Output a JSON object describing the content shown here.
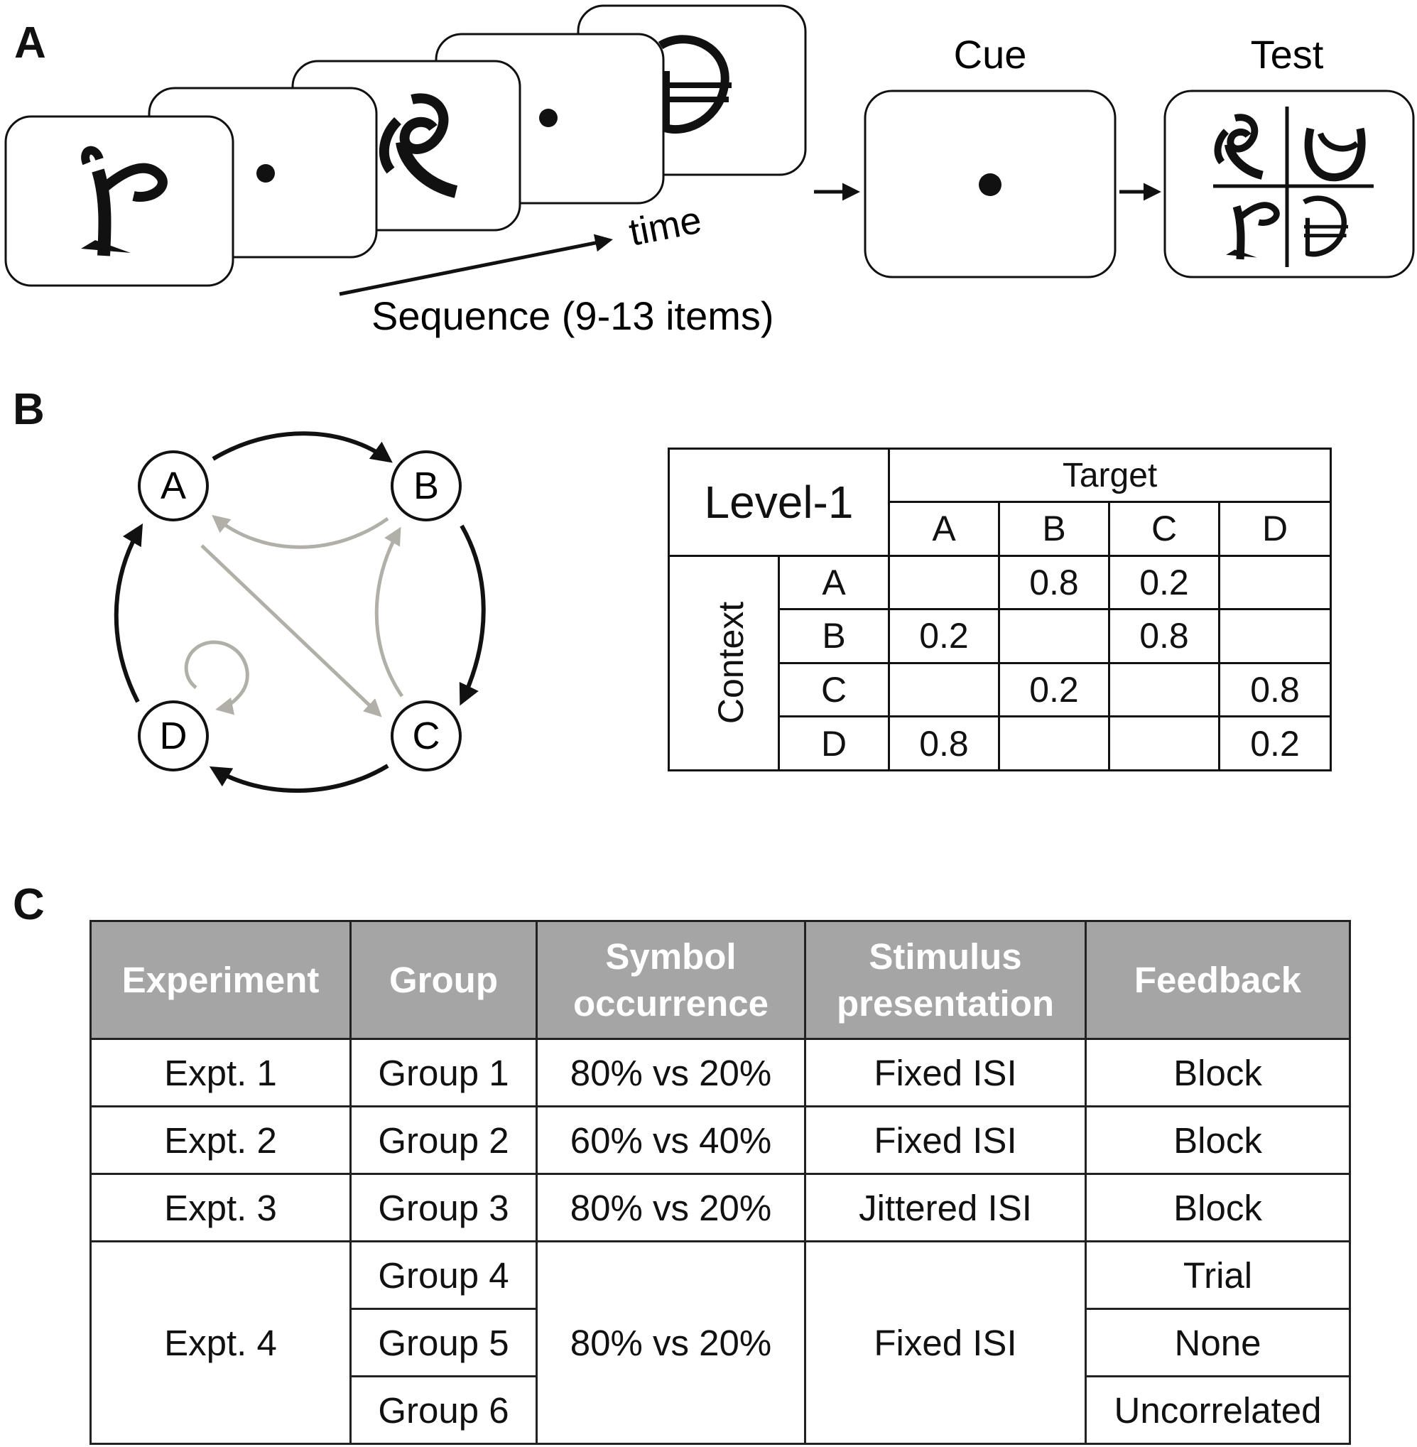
{
  "panels": {
    "a": {
      "letter": "A",
      "cue_label": "Cue",
      "test_label": "Test",
      "time_label": "time",
      "sequence_label": "Sequence (9-13 items)"
    },
    "b": {
      "letter": "B",
      "graph": {
        "nodes": [
          "A",
          "B",
          "C",
          "D"
        ],
        "edges_black": [
          "A→B",
          "B→C",
          "C→D",
          "D→A"
        ],
        "edges_gray": [
          "B→A",
          "C→B",
          "A→C",
          "D→D"
        ],
        "colors": {
          "strong": "#111111",
          "weak": "#b0b0a8"
        }
      },
      "matrix": {
        "corner_label": "Level-1",
        "target_label": "Target",
        "context_label": "Context",
        "targets": [
          "A",
          "B",
          "C",
          "D"
        ],
        "rows": [
          {
            "context": "A",
            "values": [
              "",
              "0.8",
              "0.2",
              ""
            ]
          },
          {
            "context": "B",
            "values": [
              "0.2",
              "",
              "0.8",
              ""
            ]
          },
          {
            "context": "C",
            "values": [
              "",
              "0.2",
              "",
              "0.8"
            ]
          },
          {
            "context": "D",
            "values": [
              "0.8",
              "",
              "",
              "0.2"
            ]
          }
        ]
      }
    },
    "c": {
      "letter": "C",
      "header_color": "#a5a5a5",
      "headers": {
        "experiment": "Experiment",
        "group": "Group",
        "symbol_occurrence": [
          "Symbol",
          "occurrence"
        ],
        "stimulus_presentation": [
          "Stimulus",
          "presentation"
        ],
        "feedback": "Feedback"
      },
      "rows": [
        {
          "experiment": "Expt. 1",
          "group": "Group 1",
          "occurrence": "80% vs 20%",
          "presentation": "Fixed ISI",
          "feedback": "Block"
        },
        {
          "experiment": "Expt. 2",
          "group": "Group 2",
          "occurrence": "60% vs 40%",
          "presentation": "Fixed ISI",
          "feedback": "Block"
        },
        {
          "experiment": "Expt. 3",
          "group": "Group 3",
          "occurrence": "80% vs 20%",
          "presentation": "Jittered ISI",
          "feedback": "Block"
        },
        {
          "experiment": "Expt. 4",
          "group": "Group 4",
          "occurrence": "80% vs 20%",
          "presentation": "Fixed ISI",
          "feedback": "Trial"
        },
        {
          "experiment": "",
          "group": "Group 5",
          "occurrence": "",
          "presentation": "",
          "feedback": "None"
        },
        {
          "experiment": "",
          "group": "Group 6",
          "occurrence": "",
          "presentation": "",
          "feedback": "Uncorrelated"
        }
      ]
    }
  }
}
